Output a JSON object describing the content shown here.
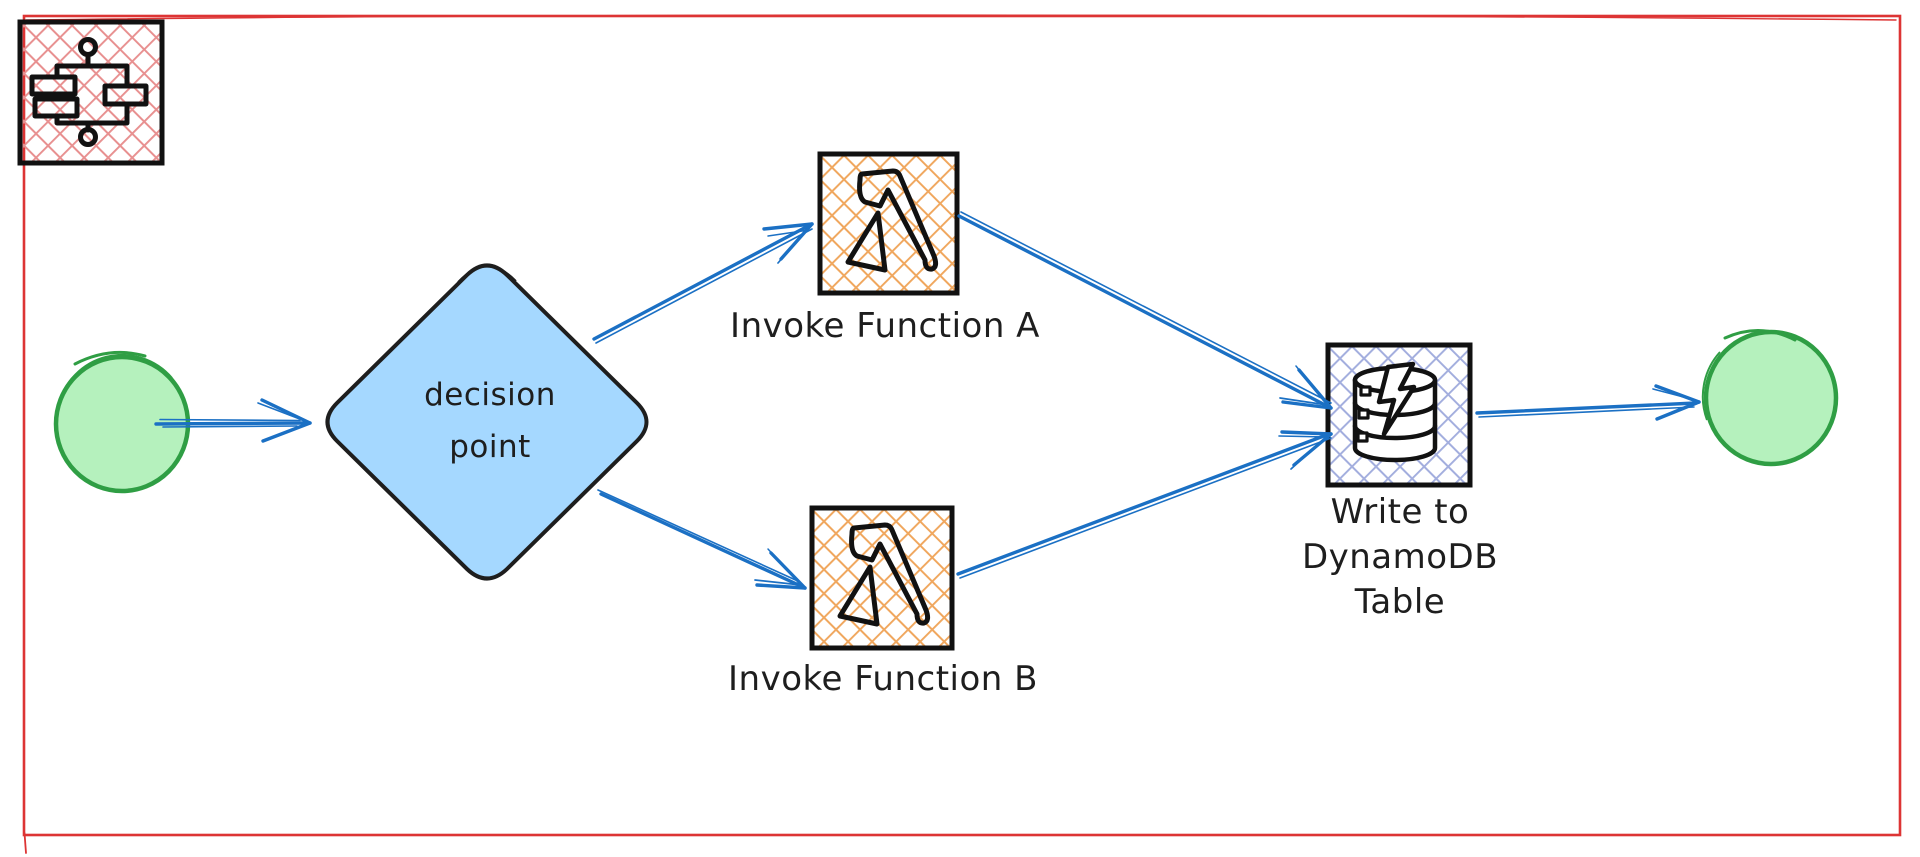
{
  "diagram": {
    "labels": {
      "decision": "decision point",
      "lambda_a": "Invoke Function A",
      "lambda_b": "Invoke Function B",
      "dynamodb": "Write to DynamoDB Table"
    },
    "nodes": [
      {
        "id": "workflow-icon",
        "type": "aws-step-functions-workflow",
        "label": ""
      },
      {
        "id": "start",
        "type": "terminal-circle",
        "label": ""
      },
      {
        "id": "decision",
        "type": "diamond",
        "label": "decision point"
      },
      {
        "id": "lambda-a",
        "type": "aws-lambda",
        "label": "Invoke Function A"
      },
      {
        "id": "lambda-b",
        "type": "aws-lambda",
        "label": "Invoke Function B"
      },
      {
        "id": "dynamodb",
        "type": "aws-dynamodb-table",
        "label": "Write to DynamoDB Table"
      },
      {
        "id": "end",
        "type": "terminal-circle",
        "label": ""
      }
    ],
    "edges": [
      {
        "from": "start",
        "to": "decision"
      },
      {
        "from": "decision",
        "to": "lambda-a"
      },
      {
        "from": "decision",
        "to": "lambda-b"
      },
      {
        "from": "lambda-a",
        "to": "dynamodb"
      },
      {
        "from": "lambda-b",
        "to": "dynamodb"
      },
      {
        "from": "dynamodb",
        "to": "end"
      }
    ],
    "colors": {
      "frame": "#dd3434",
      "arrow": "#1b70c4",
      "shape_stroke": "#1e1e1e",
      "decision_fill": "#a5d8ff",
      "terminal_fill": "#b5f1bd",
      "terminal_stroke": "#2f9e44",
      "workflow_hatch": "#e89090",
      "lambda_hatch": "#f0a75e",
      "dynamodb_hatch": "#a3aede",
      "background": "#ffffff"
    }
  }
}
